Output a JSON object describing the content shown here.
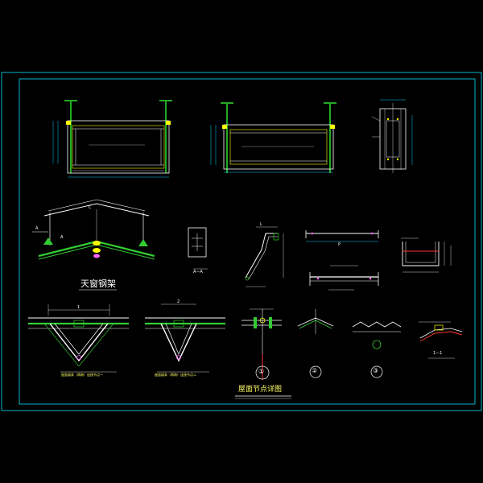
{
  "colors": {
    "background": "#000000",
    "frame": "#00e5ff",
    "steel": "#ffffff",
    "member": "#ffff00",
    "roof": "#33cc33",
    "column": "#22aa22",
    "weld": "#ff66ff",
    "mark": "#ff3333",
    "dim": "#00ccff"
  },
  "titles": {
    "skylight_truss": "天窗钢架",
    "roof_details": "屋面节点详图",
    "detail_1": "屋面檩条（两跨）连接节点一",
    "detail_2": "屋面檩条（两跨）连接节点二",
    "section_aa": "A—A",
    "section_11": "1—1"
  },
  "labels": {
    "a1": "A",
    "a2": "A",
    "c": "C",
    "circle_1": "①",
    "circle_2": "②",
    "circle_3": "③",
    "one": "1",
    "two": "2",
    "l_mark": "L",
    "p_mark": "P"
  }
}
